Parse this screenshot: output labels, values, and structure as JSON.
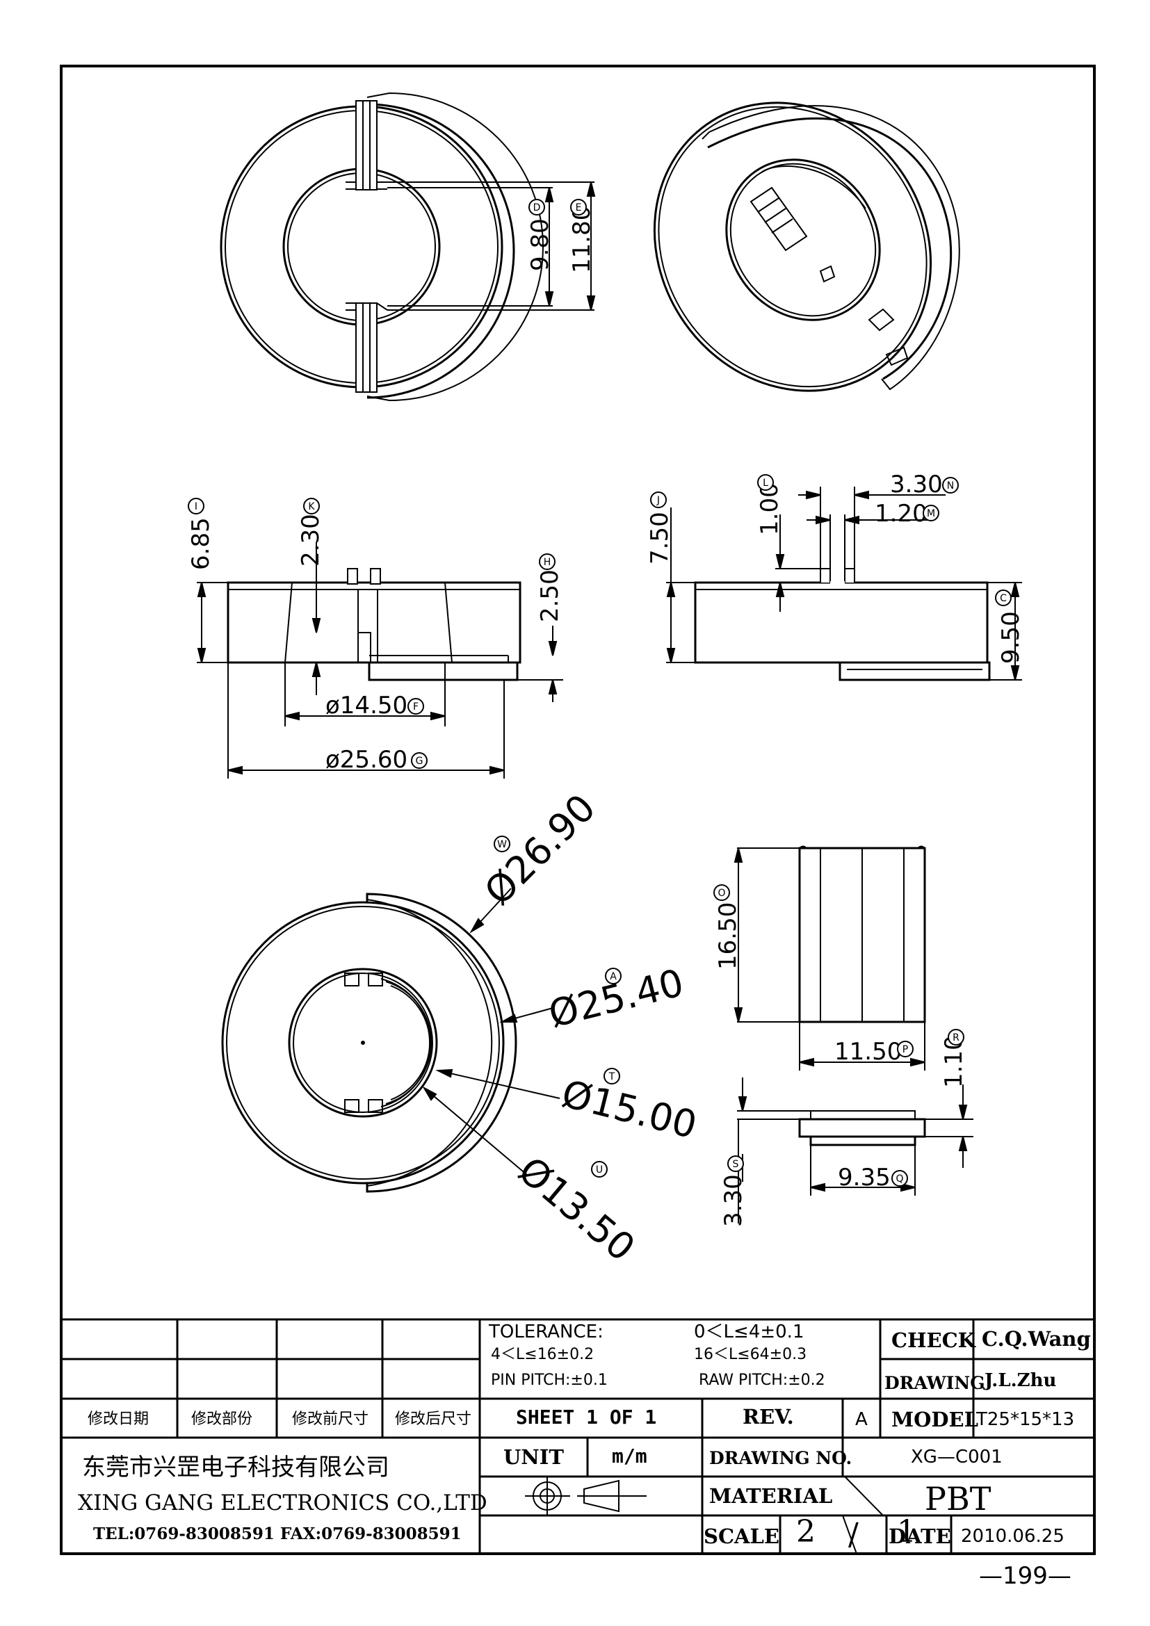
{
  "dimensions": {
    "d_view1": "9.80",
    "e_view1": "11.80",
    "i_side": "6.85",
    "k_side": "2.30",
    "h_side": "2.50",
    "f_side": "ø14.50",
    "g_side": "ø25.60",
    "j_side2": "7.50",
    "l_side2": "1.00",
    "n_side2": "3.30",
    "m_side2": "1.20",
    "c_side2": "9.50",
    "w_front": "Ø26.90",
    "a_front": "Ø25.40",
    "t_front": "Ø15.00",
    "u_front": "Ø13.50",
    "o_clip": "16.50",
    "p_clip": "11.50",
    "r_clip": "1.10",
    "s_clip": "3.30",
    "q_clip": "9.35"
  },
  "bubbles": [
    "D",
    "E",
    "I",
    "K",
    "H",
    "F",
    "G",
    "J",
    "L",
    "N",
    "M",
    "C",
    "W",
    "A",
    "T",
    "U",
    "O",
    "P",
    "R",
    "S",
    "Q"
  ],
  "title_block": {
    "tolerance_title": "TOLERANCE:",
    "tol_1": "0＜L≤4±0.1",
    "tol_2": "4＜L≤16±0.2",
    "tol_3": "16＜L≤64±0.3",
    "tol_4": "PIN PITCH:±0.1",
    "tol_5": "RAW PITCH:±0.2",
    "rev_headers": [
      "修改日期",
      "修改部份",
      "修改前尺寸",
      "修改后尺寸"
    ],
    "sheet": "SHEET 1 OF 1",
    "rev_label": "REV.",
    "rev_value": "A",
    "check_label": "CHECK",
    "check_value": "C.Q.Wang",
    "drawing_label": "DRAWING",
    "drawing_value": "J.L.Zhu",
    "model_label": "MODEL",
    "model_value": "T25*15*13",
    "unit_label": "UNIT",
    "unit_value": "m/m",
    "drawing_no_label": "DRAWING NO.",
    "drawing_no_value": "XG—C001",
    "material_label": "MATERIAL",
    "material_value": "PBT",
    "scale_label": "SCALE",
    "scale_a": "2",
    "scale_sep": "/",
    "scale_b": "1",
    "date_label": "DATE",
    "date_value": "2010.06.25",
    "company_cn": "东莞市兴罡电子科技有限公司",
    "company_en": "XING GANG  ELECTRONICS CO.,LTD",
    "company_tel": "TEL:0769-83008591 FAX:0769-83008591"
  },
  "page_number": "—199—"
}
